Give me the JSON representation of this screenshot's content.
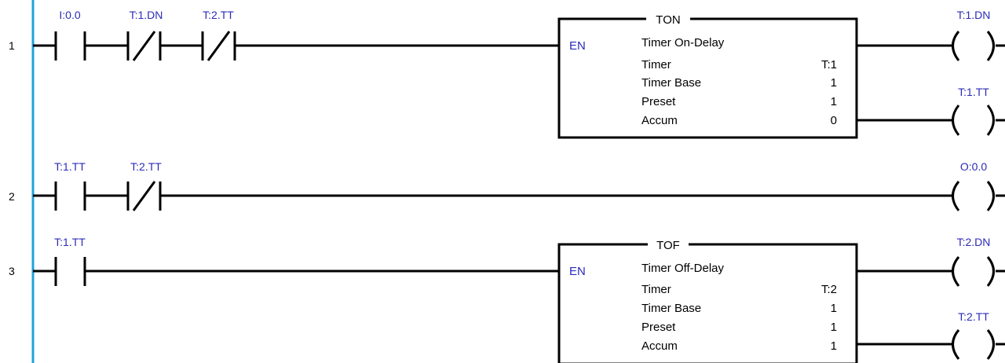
{
  "rungs": [
    {
      "number": "1",
      "contacts": [
        {
          "tag": "I:0.0",
          "type": "no"
        },
        {
          "tag": "T:1.DN",
          "type": "nc"
        },
        {
          "tag": "T:2.TT",
          "type": "nc"
        }
      ],
      "block": {
        "type": "TON",
        "en": "EN",
        "title": "Timer On-Delay",
        "fields": [
          {
            "label": "Timer",
            "value": "T:1"
          },
          {
            "label": "Timer Base",
            "value": "1"
          },
          {
            "label": "Preset",
            "value": "1"
          },
          {
            "label": "Accum",
            "value": "0"
          }
        ]
      },
      "coils": [
        {
          "tag": "T:1.DN"
        },
        {
          "tag": "T:1.TT"
        }
      ]
    },
    {
      "number": "2",
      "contacts": [
        {
          "tag": "T:1.TT",
          "type": "no"
        },
        {
          "tag": "T:2.TT",
          "type": "nc"
        }
      ],
      "block": null,
      "coils": [
        {
          "tag": "O:0.0"
        }
      ]
    },
    {
      "number": "3",
      "contacts": [
        {
          "tag": "T:1.TT",
          "type": "no"
        }
      ],
      "block": {
        "type": "TOF",
        "en": "EN",
        "title": "Timer Off-Delay",
        "fields": [
          {
            "label": "Timer",
            "value": "T:2"
          },
          {
            "label": "Timer Base",
            "value": "1"
          },
          {
            "label": "Preset",
            "value": "1"
          },
          {
            "label": "Accum",
            "value": "1"
          }
        ]
      },
      "coils": [
        {
          "tag": "T:2.DN"
        },
        {
          "tag": "T:2.TT"
        }
      ]
    }
  ]
}
